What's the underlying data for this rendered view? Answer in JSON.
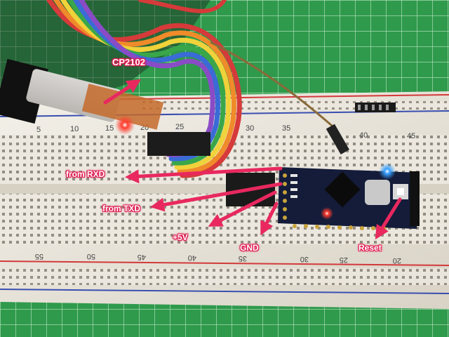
{
  "annotations": {
    "cp2102": "CP2102",
    "from_rxd": "from RXD",
    "from_txd": "from TXD",
    "plus5v": "+5V",
    "gnd": "GND",
    "reset": "Reset"
  },
  "breadboard": {
    "top_numbers": [
      "5",
      "10",
      "15",
      "20",
      "25",
      "30",
      "35",
      "40",
      "45"
    ],
    "bottom_numbers": [
      "55",
      "50",
      "45",
      "40",
      "35",
      "30",
      "25",
      "20"
    ]
  },
  "colors": {
    "arrow": "#e8285e",
    "board_pcb": "#141c3a",
    "mat_green": "#2f9a4c",
    "breadboard": "#ece8df",
    "rail_red": "#d23a3a",
    "rail_blue": "#3a4fb0"
  }
}
